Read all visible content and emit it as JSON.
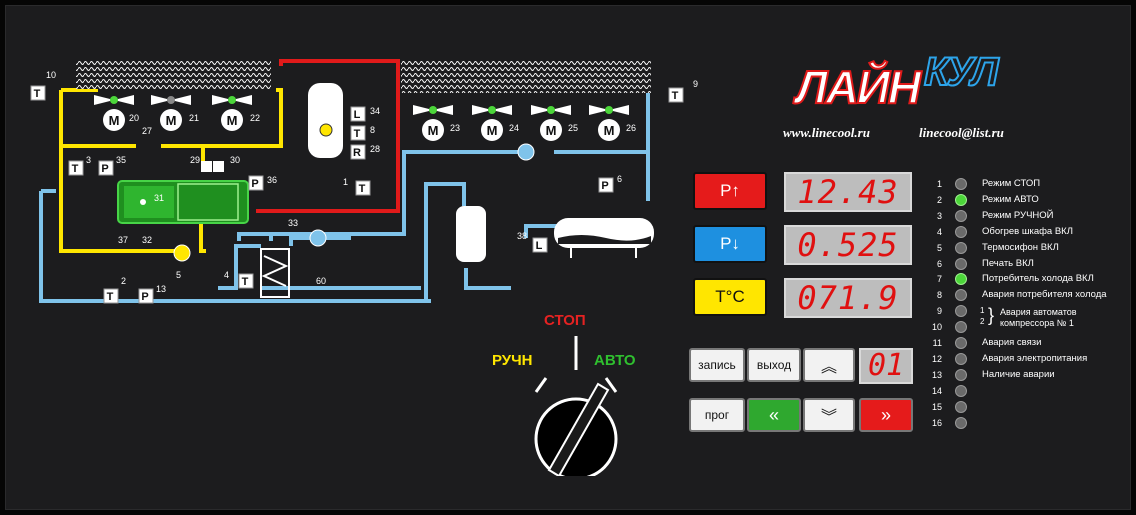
{
  "logo": {
    "text_a": "ЛАЙН",
    "text_b": "КУЛ",
    "url": "www.linecool.ru",
    "email": "linecool@list.ru"
  },
  "scheme": {
    "sensor_T": "T",
    "sensor_P": "P",
    "sensor_L": "L",
    "sensor_R": "R",
    "motor_letter": "M",
    "ids": {
      "s10": "10",
      "s9": "9",
      "s20": "20",
      "s21": "21",
      "s22": "22",
      "s23": "23",
      "s24": "24",
      "s25": "25",
      "s26": "26",
      "s27": "27",
      "s3": "3",
      "s35": "35",
      "s29": "29",
      "s30": "30",
      "s31": "31",
      "s36": "36",
      "s34": "34",
      "s8": "8",
      "s28": "28",
      "s1": "1",
      "s6": "6",
      "s33": "33",
      "s38": "38",
      "s37": "37",
      "s32": "32",
      "s5": "5",
      "s4": "4",
      "s60": "60",
      "s2": "2",
      "s13": "13"
    }
  },
  "params": {
    "p_high_label": "P↑",
    "p_high_value": "12.43",
    "p_low_label": "P↓",
    "p_low_value": "0.525",
    "temp_label": "T°C",
    "temp_value": "071.9"
  },
  "keys": {
    "record": "запись",
    "exit": "выход",
    "up": "︽",
    "prog": "прог",
    "left": "«",
    "down": "︾",
    "right": "»",
    "step_value": "01"
  },
  "leds": [
    {
      "n": "1",
      "label": "Режим СТОП",
      "on": false
    },
    {
      "n": "2",
      "label": "Режим АВТО",
      "on": true
    },
    {
      "n": "3",
      "label": "Режим РУЧНОЙ",
      "on": false
    },
    {
      "n": "4",
      "label": "Обогрев шкафа ВКЛ",
      "on": false
    },
    {
      "n": "5",
      "label": "Термосифон ВКЛ",
      "on": false
    },
    {
      "n": "6",
      "label": "Печать ВКЛ",
      "on": false
    },
    {
      "n": "7",
      "label": "Потребитель холода ВКЛ",
      "on": true
    },
    {
      "n": "8",
      "label": "Авария потребителя холода",
      "on": false
    },
    {
      "n": "9",
      "label": "",
      "on": false
    },
    {
      "n": "10",
      "label": "",
      "on": false
    },
    {
      "n": "11",
      "label": "Авария связи",
      "on": false
    },
    {
      "n": "12",
      "label": "Авария электропитания",
      "on": false
    },
    {
      "n": "13",
      "label": "Наличие аварии",
      "on": false
    },
    {
      "n": "14",
      "label": "",
      "on": false
    },
    {
      "n": "15",
      "label": "",
      "on": false
    },
    {
      "n": "16",
      "label": "",
      "on": false
    }
  ],
  "group_alarm": {
    "n1": "1",
    "n2": "2",
    "line1": "Авария автоматов",
    "line2": "компрессора № 1"
  },
  "selector": {
    "stop": "СТОП",
    "manual": "РУЧН",
    "auto": "АВТО"
  },
  "colors": {
    "yellow_line": "#ffe600",
    "blue_line": "#7fc3ea",
    "red_line": "#e01a1a",
    "green_line": "#2fc32f",
    "stop": "#e52222",
    "manual": "#ffe600",
    "auto": "#2fbf2f",
    "p_high_btn": "#e51b1b",
    "p_low_btn": "#1e90e0",
    "temp_btn": "#ffe600",
    "led_on": "#4cd63a"
  }
}
